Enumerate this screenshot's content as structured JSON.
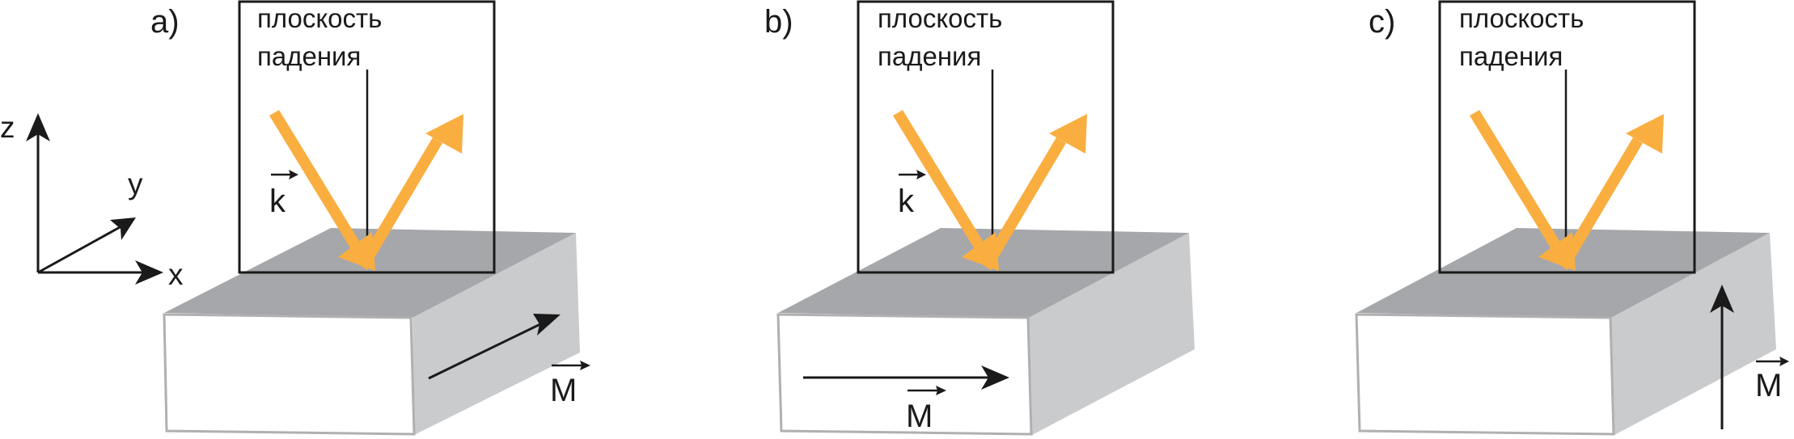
{
  "axes": {
    "z": "z",
    "y": "y",
    "x": "x"
  },
  "panels": [
    {
      "letter": "a)",
      "plane_line1": "плоскость",
      "plane_line2": "падения",
      "k_label": "k",
      "m_label": "M",
      "magnetization": "along-y (into depth)"
    },
    {
      "letter": "b)",
      "plane_line1": "плоскость",
      "plane_line2": "падения",
      "k_label": "k",
      "m_label": "M",
      "magnetization": "along-x (in front face)"
    },
    {
      "letter": "c)",
      "plane_line1": "плоскость",
      "plane_line2": "падения",
      "m_label": "M",
      "magnetization": "along-z (vertical)"
    }
  ],
  "colors": {
    "beam": "#F9AE3F",
    "top_face": "#A6A7AB",
    "side_face": "#CACBCD",
    "front_face": "#FFFFFF",
    "outline": "#1A1A1A"
  }
}
